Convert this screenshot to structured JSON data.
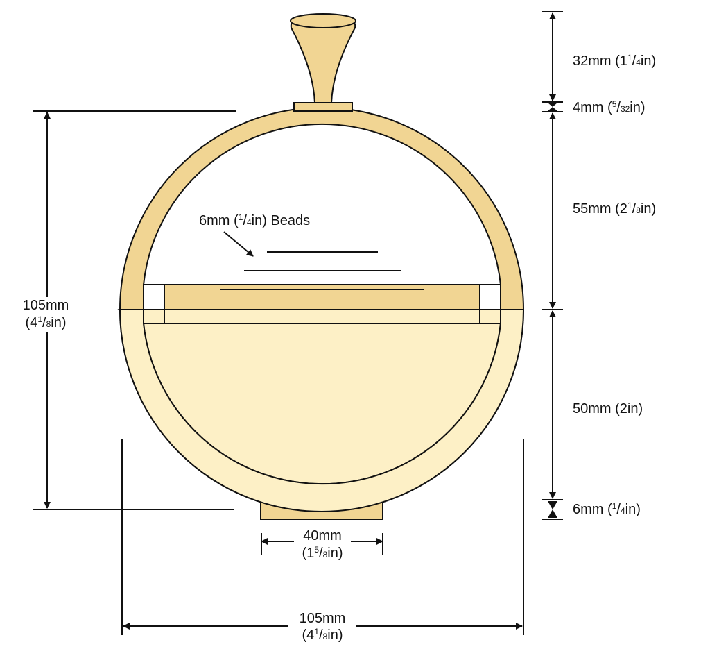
{
  "colors": {
    "upper_hemisphere": "#f1d593",
    "lower_hemisphere": "#fdf0c6",
    "knob": "#f1d593",
    "collar": "#f1d593",
    "base": "#f1d593",
    "outline": "#111111",
    "background": "#ffffff"
  },
  "labels": {
    "knob_height": {
      "mm": "32mm",
      "paren_open": "(1",
      "frac_num": "1",
      "slash": "/",
      "frac_den": "4",
      "unit_close": "in)"
    },
    "collar_height": {
      "mm": "4mm",
      "paren_open": "(",
      "frac_num": "5",
      "slash": "/",
      "frac_den": "32",
      "unit_close": "in)"
    },
    "upper_height": {
      "mm": "55mm",
      "paren_open": "(2",
      "frac_num": "1",
      "slash": "/",
      "frac_den": "8",
      "unit_close": "in)"
    },
    "lower_height": {
      "text": "50mm (2in)"
    },
    "base_height": {
      "mm": "6mm",
      "paren_open": "(",
      "frac_num": "1",
      "slash": "/",
      "frac_den": "4",
      "unit_close": "in)"
    },
    "beads": {
      "mm": "6mm",
      "paren_open": "(",
      "frac_num": "1",
      "slash": "/",
      "frac_den": "4",
      "unit_close": "in) Beads"
    },
    "sphere_height": {
      "mm": "105mm",
      "paren_open": "(4",
      "frac_num": "1",
      "slash": "/",
      "frac_den": "8",
      "unit_close": "in)"
    },
    "base_width": {
      "mm": "40mm",
      "paren_open": "(1",
      "frac_num": "5",
      "slash": "/",
      "frac_den": "8",
      "unit_close": "in)"
    },
    "sphere_width": {
      "mm": "105mm",
      "paren_open": "(4",
      "frac_num": "1",
      "slash": "/",
      "frac_den": "8",
      "unit_close": "in)"
    }
  }
}
